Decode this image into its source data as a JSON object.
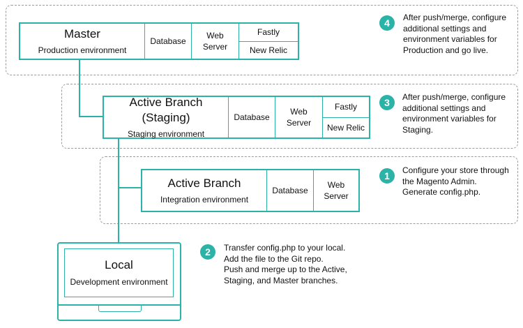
{
  "master": {
    "title": "Master",
    "subtitle": "Production environment",
    "database": "Database",
    "web_server": "Web\nServer",
    "fastly": "Fastly",
    "new_relic": "New Relic"
  },
  "staging": {
    "title": "Active Branch (Staging)",
    "subtitle": "Staging environment",
    "database": "Database",
    "web_server": "Web\nServer",
    "fastly": "Fastly",
    "new_relic": "New Relic"
  },
  "integration": {
    "title": "Active Branch",
    "subtitle": "Integration environment",
    "database": "Database",
    "web_server": "Web\nServer"
  },
  "local": {
    "title": "Local",
    "subtitle": "Development environment"
  },
  "steps": [
    {
      "number": "1",
      "text": "Configure your store through\nthe Magento Admin.\nGenerate config.php."
    },
    {
      "number": "2",
      "text": "Transfer config.php to your local.\nAdd the file to the Git repo.\nPush and merge up to the Active,\nStaging, and Master branches."
    },
    {
      "number": "3",
      "text": "After push/merge, configure\nadditional settings and\nenvironment variables for\nStaging."
    },
    {
      "number": "4",
      "text": "After push/merge, configure\nadditional settings and\nenvironment variables for\nProduction and go live."
    }
  ],
  "colors": {
    "accent": "#2bb3a8",
    "dash": "#9a9a9a"
  }
}
